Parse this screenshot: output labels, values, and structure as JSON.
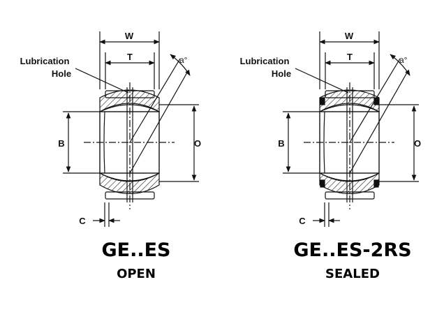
{
  "diagrams": [
    {
      "model": "GE..ES",
      "variant": "OPEN",
      "sealed": false,
      "labels": {
        "width": "W",
        "inner_width": "T",
        "angle": "a°",
        "lubrication_line1": "Lubrication",
        "lubrication_line2": "Hole",
        "bore": "B",
        "outer_diameter": "O",
        "chamfer": "C"
      }
    },
    {
      "model": "GE..ES-2RS",
      "variant": "SEALED",
      "sealed": true,
      "labels": {
        "width": "W",
        "inner_width": "T",
        "angle": "a°",
        "lubrication_line1": "Lubrication",
        "lubrication_line2": "Hole",
        "bore": "B",
        "outer_diameter": "O",
        "chamfer": "C"
      }
    }
  ],
  "colors": {
    "line": "#111111",
    "background": "#ffffff"
  }
}
